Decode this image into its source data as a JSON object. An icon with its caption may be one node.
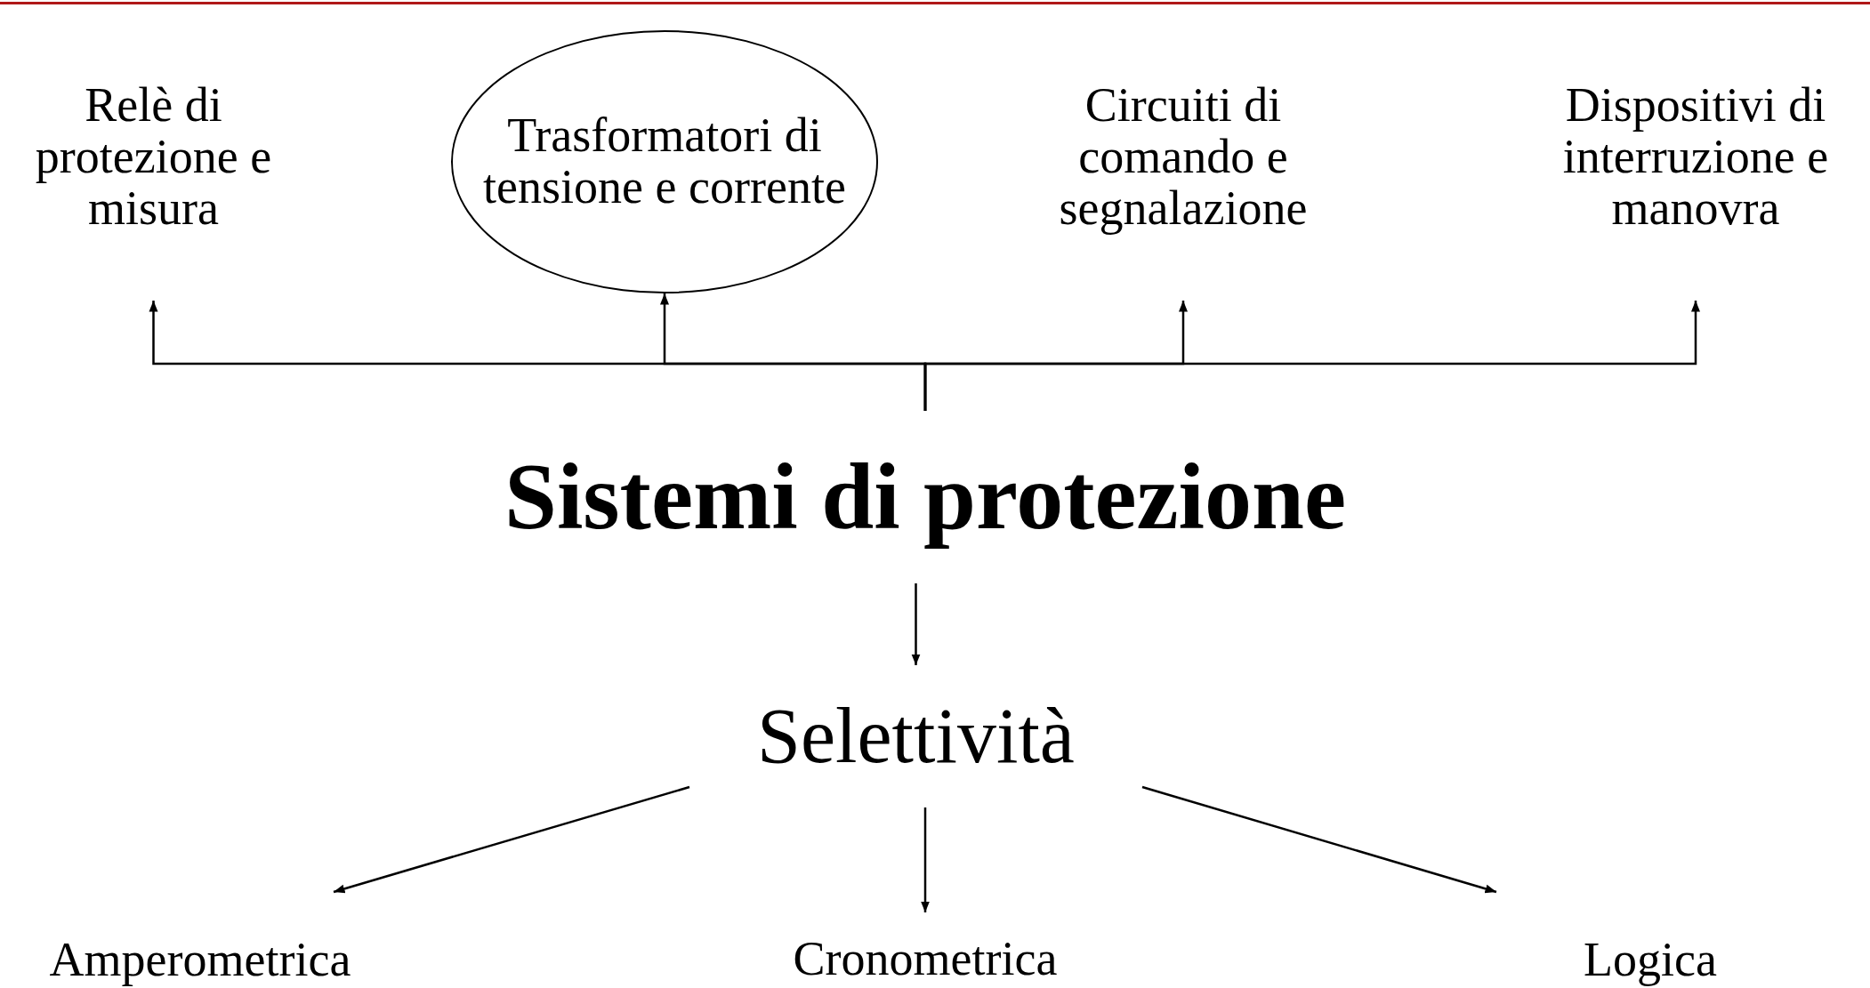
{
  "diagram": {
    "nodes": [
      {
        "text": [
          "Relè di protezione e misura"
        ]
      },
      {
        "text": [
          "Trasformatori di tensione e corrente"
        ]
      },
      {
        "text": [
          "Circuiti di comando e segnalazione"
        ]
      },
      {
        "text": [
          "Dispositivi di interruzione e manovra"
        ]
      },
      {
        "text": [
          "Sistemi di protezione"
        ]
      },
      {
        "text": [
          "Selettività"
        ]
      },
      {
        "text": [
          "Amperometrica"
        ]
      },
      {
        "text": [
          "Cronometrica"
        ]
      },
      {
        "text": [
          "Logica"
        ]
      }
    ],
    "edges": [
      {
        "from": 4,
        "to": 0,
        "arrow": "to"
      },
      {
        "from": 4,
        "to": 1,
        "arrow": "to"
      },
      {
        "from": 4,
        "to": 2,
        "arrow": "to"
      },
      {
        "from": 4,
        "to": 3,
        "arrow": "to"
      },
      {
        "from": 4,
        "to": 5,
        "arrow": "to"
      },
      {
        "from": 5,
        "to": 6,
        "arrow": "to"
      },
      {
        "from": 5,
        "to": 7,
        "arrow": "to"
      },
      {
        "from": 5,
        "to": 8,
        "arrow": "to"
      }
    ]
  }
}
